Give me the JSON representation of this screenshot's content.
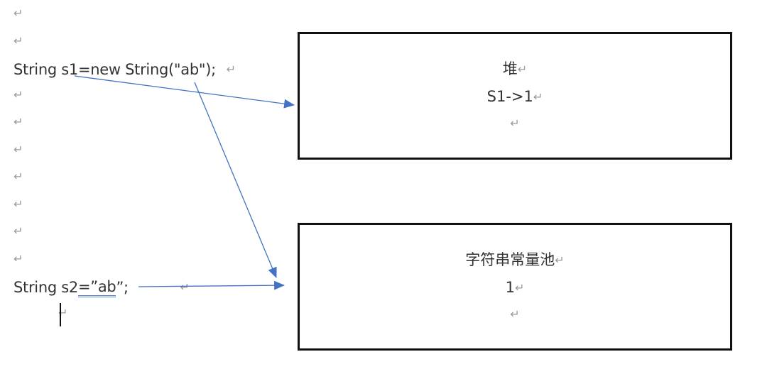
{
  "document": {
    "paragraph_mark": "↵",
    "code_lines": {
      "s1": "String s1=new String(\"ab\");",
      "s2_prefix": "String s2",
      "s2_underlined": "=”ab",
      "s2_suffix": "”;"
    }
  },
  "boxes": {
    "heap": {
      "title": "堆",
      "line2": "S1->1",
      "line3": ""
    },
    "string_pool": {
      "title": "字符串常量池",
      "line2": "1",
      "line3": ""
    }
  },
  "arrows": {
    "color": "#4472C4",
    "items": [
      {
        "from": "s1",
        "to": "heap",
        "label": ""
      },
      {
        "from": "\"ab\" literal in s1",
        "to": "string_pool",
        "label": ""
      },
      {
        "from": "s2",
        "to": "string_pool",
        "label": ""
      }
    ]
  }
}
